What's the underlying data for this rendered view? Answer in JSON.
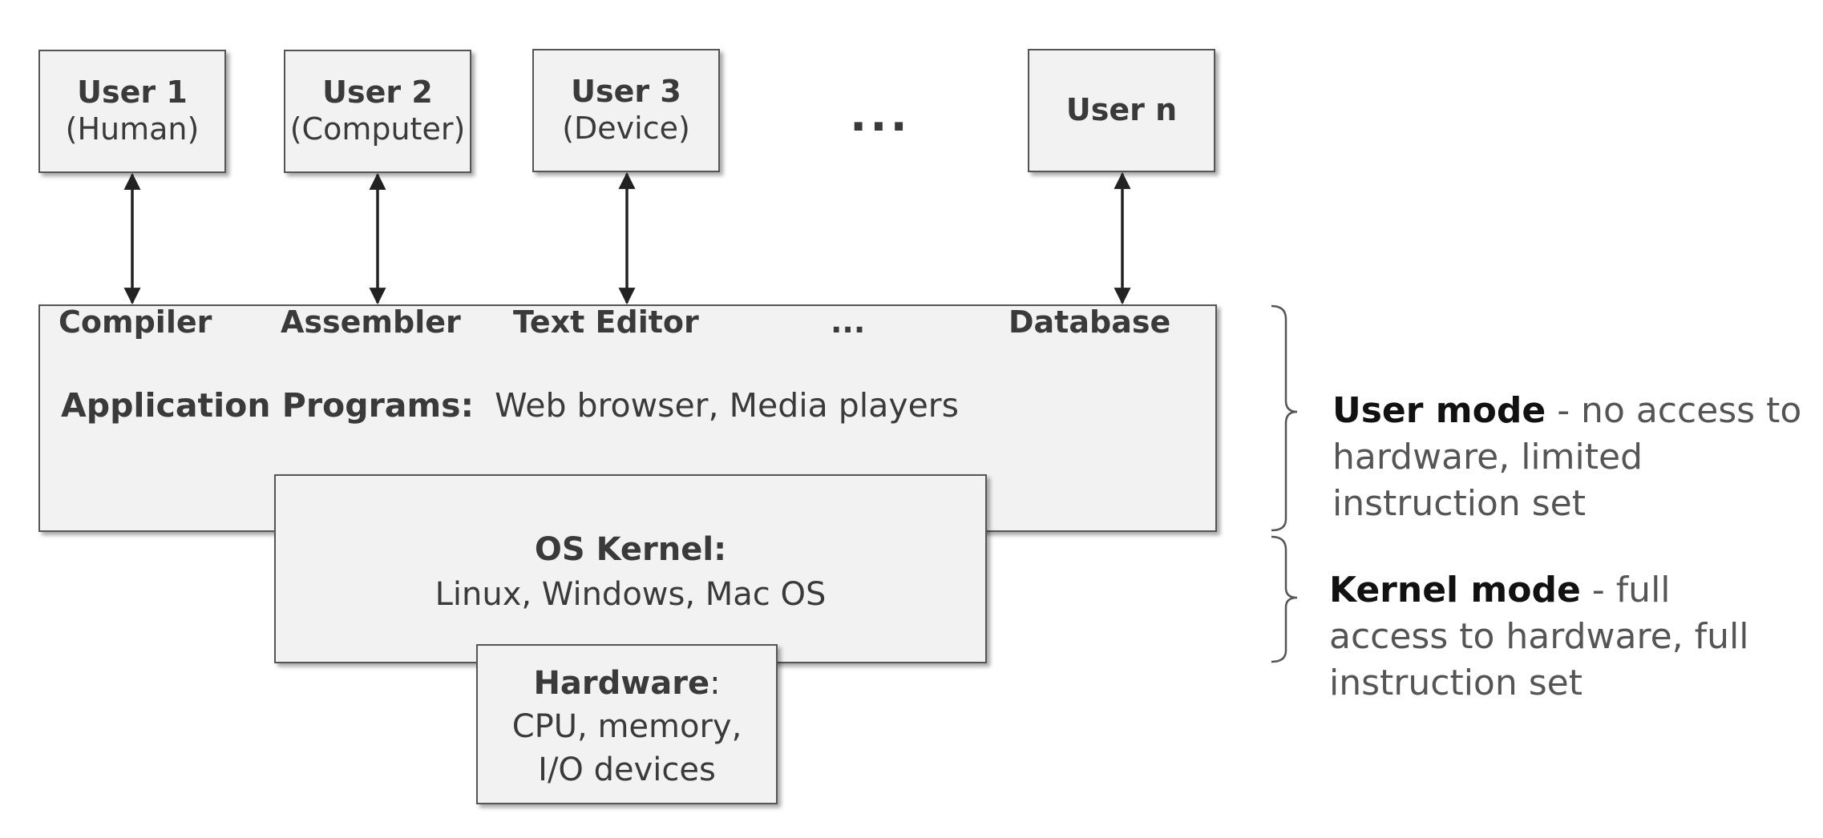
{
  "users": [
    {
      "name": "User 1",
      "role": "(Human)"
    },
    {
      "name": "User 2",
      "role": "(Computer)"
    },
    {
      "name": "User 3",
      "role": "(Device)"
    },
    {
      "name": "User n",
      "role": ""
    }
  ],
  "users_ellipsis": "...",
  "programs": [
    "Compiler",
    "Assembler",
    "Text Editor",
    "...",
    "Database"
  ],
  "application": {
    "label": "Application Programs",
    "separator": ":",
    "examples": "Web browser, Media players"
  },
  "kernel": {
    "label": "OS Kernel:",
    "examples": "Linux, Windows, Mac OS"
  },
  "hardware": {
    "label": "Hardware",
    "separator": ":",
    "line1": "CPU, memory,",
    "line2": "I/O devices"
  },
  "modes": {
    "user": {
      "title": "User mode",
      "line1": " - no access to",
      "line2": "hardware, limited",
      "line3": "instruction set"
    },
    "kernel": {
      "title": "Kernel mode",
      "line1": " - full",
      "line2": "access to hardware, full",
      "line3": "instruction set"
    }
  },
  "colors": {
    "box_fill": "#f2f2f2",
    "box_border": "#555555",
    "text": "#3a3a3a",
    "arrow": "#222222"
  }
}
